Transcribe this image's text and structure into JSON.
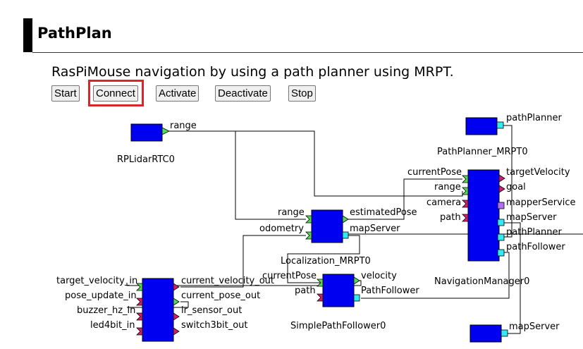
{
  "page": {
    "title": "PathPlan",
    "description": "RasPiMouse navigation by using a path planner using MRPT."
  },
  "buttons": {
    "start": "Start",
    "connect": "Connect",
    "activate": "Activate",
    "deactivate": "Deactivate",
    "stop": "Stop"
  },
  "components": {
    "rplidar": {
      "name": "RPLidarRTC0",
      "ports": {
        "range": "range"
      }
    },
    "pathplanner": {
      "name": "PathPlanner_MRPT0",
      "ports": {
        "pathPlanner": "pathPlanner"
      }
    },
    "localization": {
      "name": "Localization_MRPT0",
      "ports": {
        "range": "range",
        "odometry": "odometry",
        "estimatedPose": "estimatedPose",
        "mapServer": "mapServer"
      }
    },
    "navigation": {
      "name": "NavigationManager0",
      "ports": {
        "currentPose": "currentPose",
        "range": "range",
        "camera": "camera",
        "path": "path",
        "targetVelocity": "targetVelocity",
        "goal": "goal",
        "mapperService": "mapperService",
        "mapServer": "mapServer",
        "pathPlanner": "pathPlanner",
        "pathFollower": "pathFollower"
      }
    },
    "raspimouse": {
      "ports": {
        "target_velocity_in": "target_velocity_in",
        "pose_update_in": "pose_update_in",
        "buzzer_hz_in": "buzzer_hz_in",
        "led4bit_in": "led4bit_in",
        "current_velocity_out": "current_velocity_out",
        "current_pose_out": "current_pose_out",
        "ir_sensor_out": "ir_sensor_out",
        "switch3bit_out": "switch3bit_out"
      }
    },
    "pathfollower": {
      "name": "SimplePathFollower0",
      "ports": {
        "currentPose": "currentPose",
        "path": "path",
        "velocity": "velocity",
        "PathFollower": "PathFollower"
      }
    },
    "mapserver": {
      "ports": {
        "mapServer": "mapServer"
      }
    }
  },
  "colors": {
    "block": "#0000f0",
    "port_in": "#58d858",
    "port_out": "#58d858",
    "service": "#36e8f0",
    "service_alt": "#b070f0",
    "highlight": "#d9262c"
  }
}
